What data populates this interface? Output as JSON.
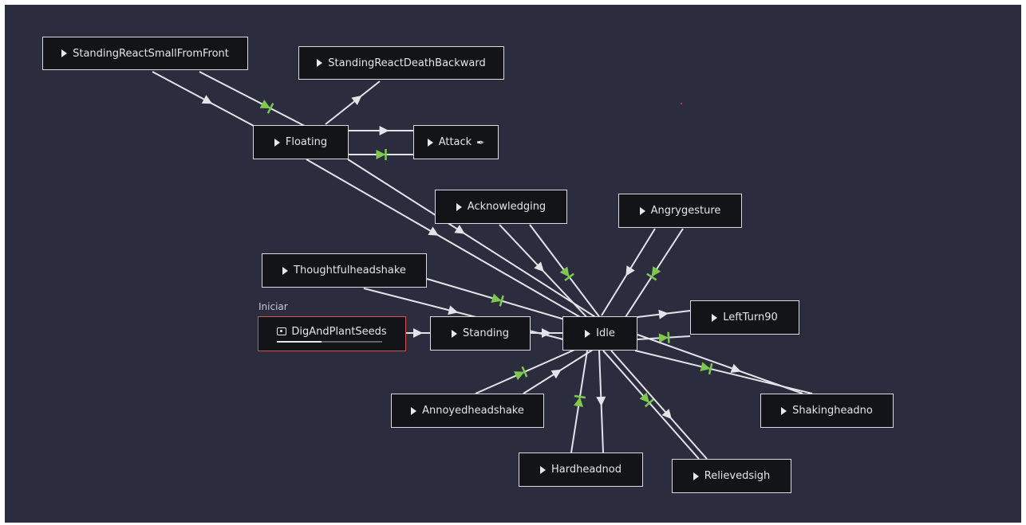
{
  "graph": {
    "start_label": "Iniciar",
    "nodes": {
      "standing_react_small_from_front": "StandingReactSmallFromFront",
      "standing_react_death_backward": "StandingReactDeathBackward",
      "floating": "Floating",
      "attack": "Attack",
      "acknowledging": "Acknowledging",
      "angrygesture": "Angrygesture",
      "thoughtfulheadshake": "Thoughtfulheadshake",
      "dig_and_plant_seeds": "DigAndPlantSeeds",
      "standing": "Standing",
      "idle": "Idle",
      "left_turn_90": "LeftTurn90",
      "annoyedheadshake": "Annoyedheadshake",
      "shakingheadno": "Shakingheadno",
      "hardheadnod": "Hardheadnod",
      "relievedsigh": "Relievedsigh"
    },
    "colors": {
      "background": "#2b2d3e",
      "node_fill": "#131417",
      "node_border": "#d9dbe0",
      "start_border": "#d8544b",
      "edge": "#e3e4e8",
      "auto_transition": "#7ec850"
    }
  }
}
